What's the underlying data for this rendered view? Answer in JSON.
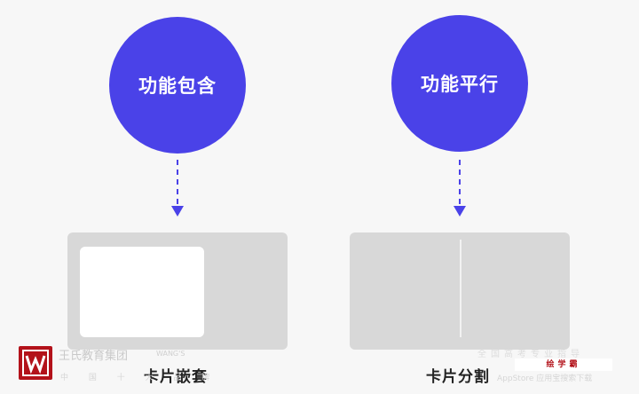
{
  "diagram": {
    "left": {
      "circle_label": "功能包含",
      "caption": "卡片嵌套"
    },
    "right": {
      "circle_label": "功能平行",
      "caption": "卡片分割"
    }
  },
  "colors": {
    "accent": "#4a42e8",
    "card": "#d8d8d8",
    "background": "#f7f7f7"
  },
  "watermark": {
    "name": "王氏教育集团",
    "latin": "WANG'S",
    "sub": "中 国 十 大 品 牌",
    "right_top": "全国高考专业指导",
    "right_badge": "绘学霸",
    "right_bottom": "AppStore 应用宝搜索下载"
  }
}
